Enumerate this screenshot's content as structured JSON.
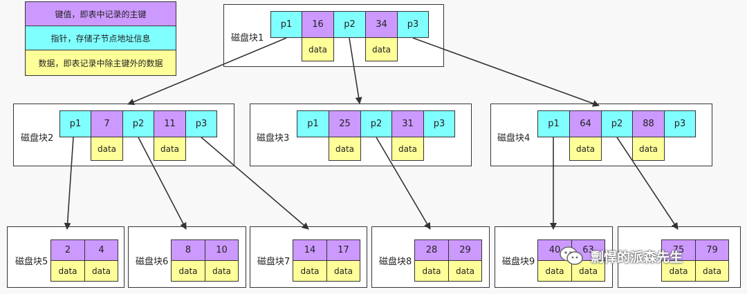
{
  "legend": {
    "key": "键值，即表中记录的主键",
    "pointer": "指针，存储子节点地址信息",
    "data": "数据，即表记录中除主键外的数据"
  },
  "blocks": {
    "b1": {
      "label": "磁盘块1",
      "p1": "p1",
      "k1": "16",
      "p2": "p2",
      "k2": "34",
      "p3": "p3",
      "d1": "data",
      "d2": "data"
    },
    "b2": {
      "label": "磁盘块2",
      "p1": "p1",
      "k1": "7",
      "p2": "p2",
      "k2": "11",
      "p3": "p3",
      "d1": "data",
      "d2": "data"
    },
    "b3": {
      "label": "磁盘块3",
      "p1": "p1",
      "k1": "25",
      "p2": "p2",
      "k2": "31",
      "p3": "p3",
      "d1": "data",
      "d2": "data"
    },
    "b4": {
      "label": "磁盘块4",
      "p1": "p1",
      "k1": "64",
      "p2": "p2",
      "k2": "88",
      "p3": "p3",
      "d1": "data",
      "d2": "data"
    },
    "b5": {
      "label": "磁盘块5",
      "k1": "2",
      "k2": "4",
      "d1": "data",
      "d2": "data"
    },
    "b6": {
      "label": "磁盘块6",
      "k1": "8",
      "k2": "10",
      "d1": "data",
      "d2": "data"
    },
    "b7": {
      "label": "磁盘块7",
      "k1": "14",
      "k2": "17",
      "d1": "data",
      "d2": "data"
    },
    "b8": {
      "label": "磁盘块8",
      "k1": "28",
      "k2": "29",
      "d1": "data",
      "d2": "data"
    },
    "b9": {
      "label": "磁盘块9",
      "k1": "40",
      "k2": "63",
      "d1": "data",
      "d2": "data"
    },
    "b10": {
      "label": "",
      "k1": "75",
      "k2": "79",
      "d1": "data",
      "d2": "data"
    }
  },
  "watermark": {
    "text": "剽悍的派森先生",
    "icon": "wechat-icon"
  },
  "colors": {
    "key": "#cc99ff",
    "pointer": "#80ffff",
    "data": "#ffff99",
    "line": "#333333"
  }
}
